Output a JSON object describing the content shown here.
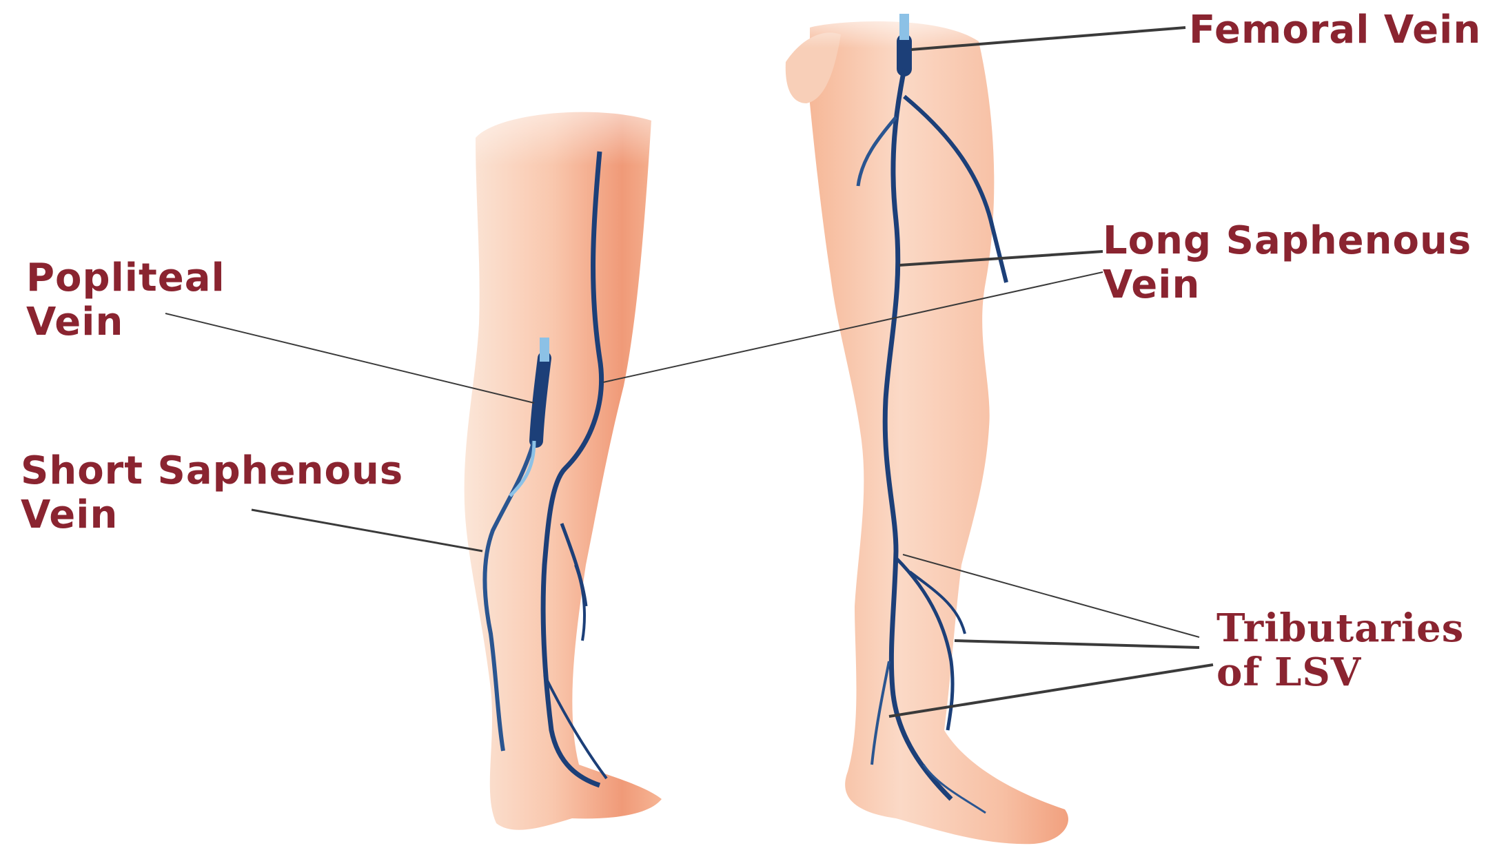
{
  "labels": {
    "femoral": {
      "line1": "Femoral Vein"
    },
    "long_saphenous": {
      "line1": "Long Saphenous",
      "line2": "Vein"
    },
    "popliteal": {
      "line1": "Popliteal",
      "line2": "Vein"
    },
    "short_saphenous": {
      "line1": "Short Saphenous",
      "line2": "Vein"
    },
    "tributaries": {
      "line1": "Tributaries",
      "line2": "of LSV"
    }
  },
  "colors": {
    "label_text": "#8a2430",
    "skin_light": "#fbe3d4",
    "skin_mid": "#f7b79a",
    "skin_shadow": "#ec8a67",
    "vein": "#1c3f78",
    "vein_highlight": "#8cc1e6",
    "leader_line": "#3a3a3a"
  }
}
